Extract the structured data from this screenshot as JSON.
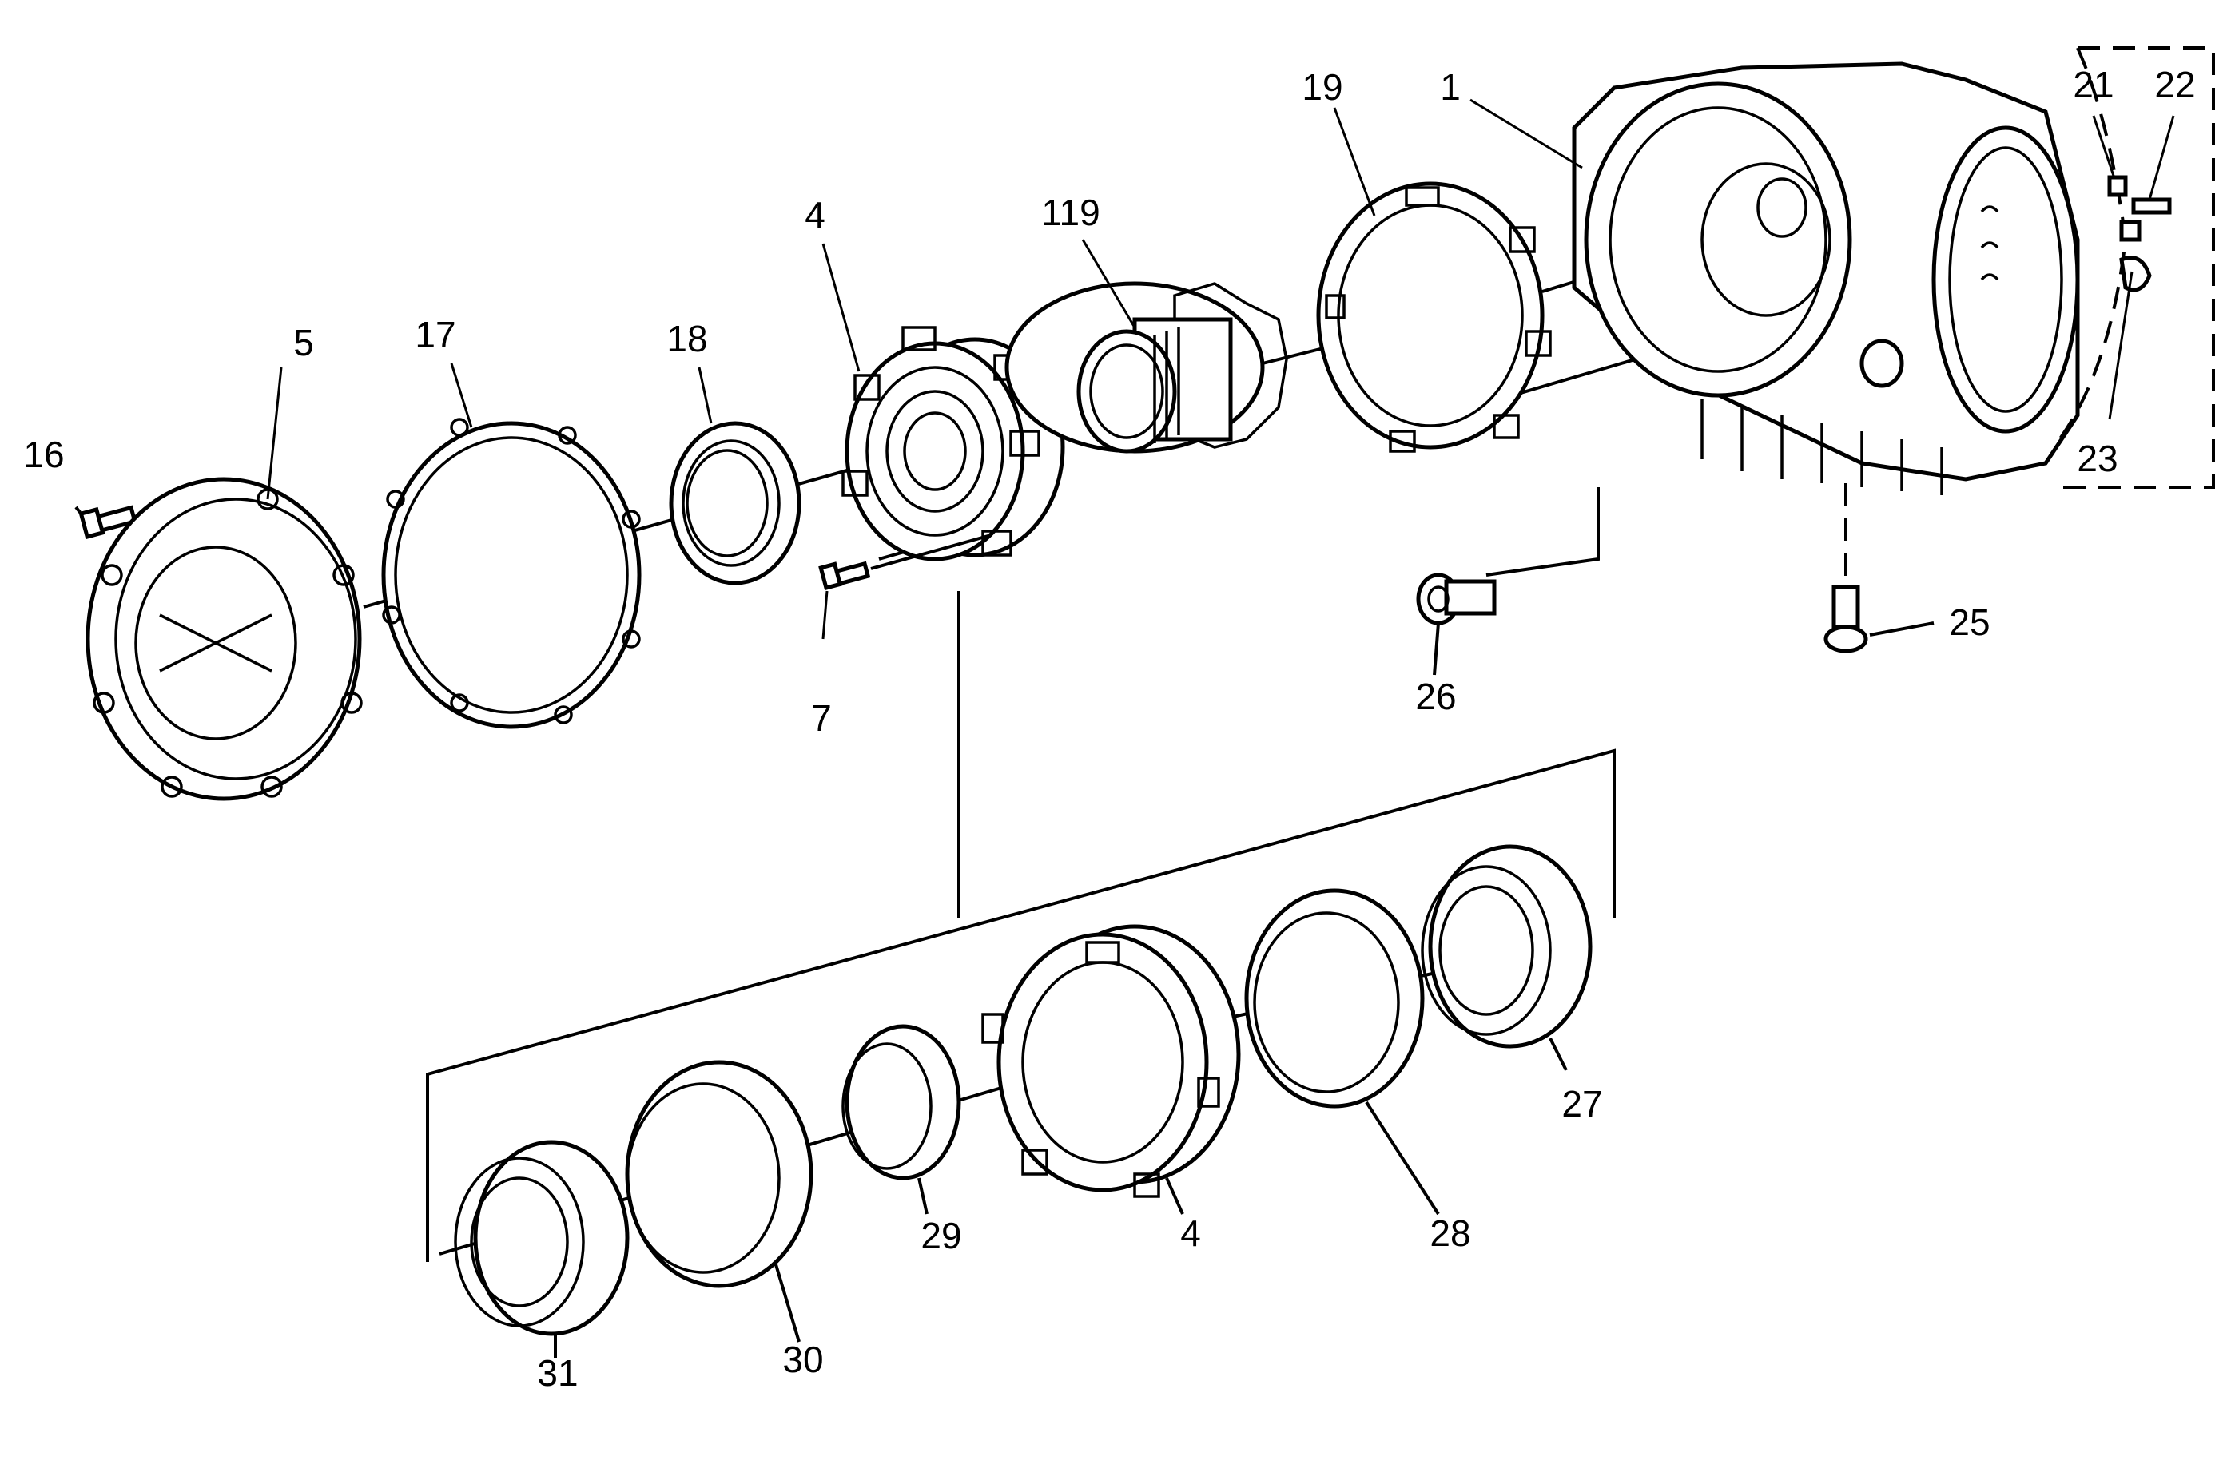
{
  "callouts": {
    "c1": "1",
    "c4a": "4",
    "c4b": "4",
    "c5": "5",
    "c7": "7",
    "c16": "16",
    "c17": "17",
    "c18": "18",
    "c19": "19",
    "c21": "21",
    "c22": "22",
    "c23": "23",
    "c25": "25",
    "c26": "26",
    "c27": "27",
    "c28": "28",
    "c29": "29",
    "c30": "30",
    "c31": "31",
    "c119": "119"
  }
}
